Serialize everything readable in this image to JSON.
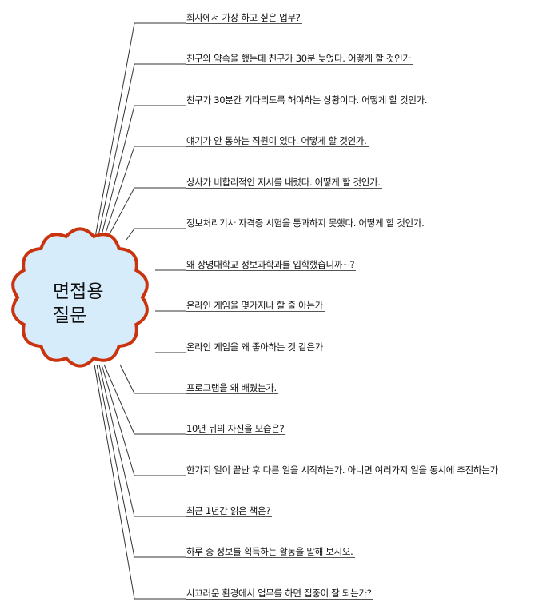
{
  "central_topic": {
    "line1": "면접용",
    "line2": "질문",
    "fill": "#d6ecfb",
    "stroke": "#c9330d"
  },
  "branches": [
    "회사에서 가장 하고 싶은 업무?",
    "친구와 약속을 했는데 친구가 30분 늦었다. 어떻게 할 것인가",
    "친구가 30분간 기다리도록 해야하는 상황이다. 어떻게 할 것인가.",
    "얘기가 안 통하는 직원이 있다. 어떻게 할 것인가.",
    "상사가 비합리적인 지시를 내렸다. 어떻게 할 것인가.",
    "정보처리기사 자격증 시험을 통과하지 못했다. 어떻게 할 것인가.",
    "왜 상명대학교 정보과학과를 입학했습니까~?",
    "온라인 게임을 몇가지나 할 줄 아는가",
    "온라인 게임을 왜 좋아하는 것 같은가",
    "프로그램을 왜 배웠는가.",
    "10년 뒤의 자신을 모습은?",
    "한가지 일이 끝난 후 다른 일을 시작하는가. 아니면 여러가지 일을 동시에 추진하는가",
    "최근 1년간 읽은 책은?",
    "하루 중  정보를 획득하는 활동을 말해 보시오.",
    "시끄러운 환경에서 업무를 하면 집중이 잘 되는가?"
  ]
}
